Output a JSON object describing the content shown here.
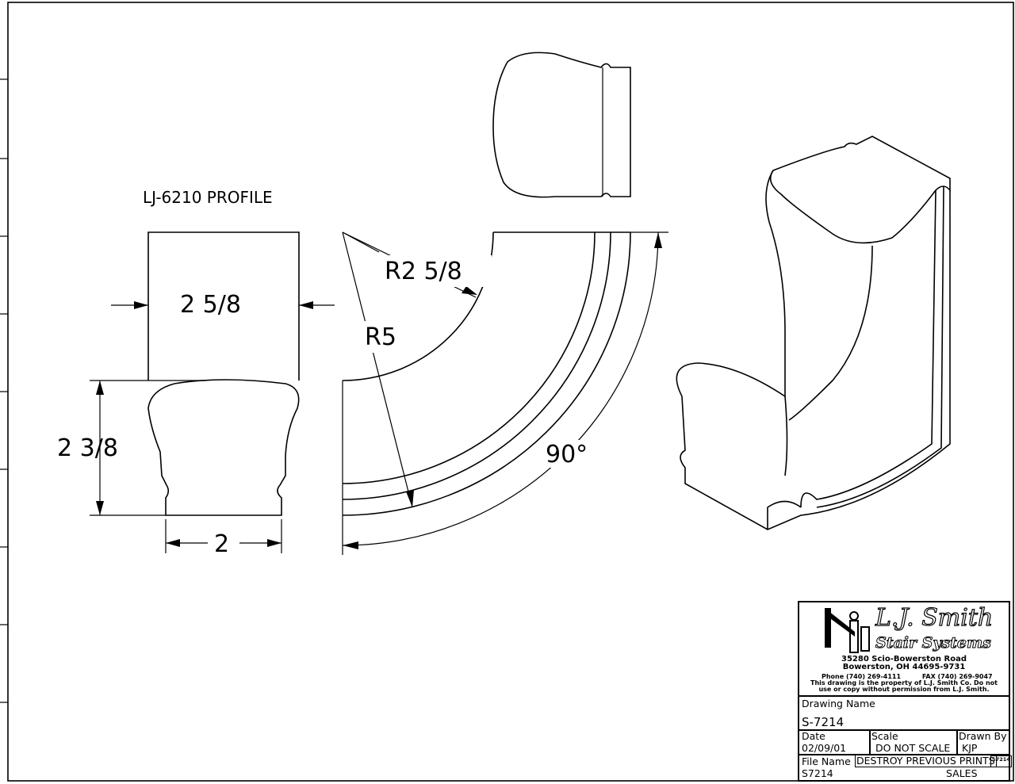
{
  "drawing": {
    "profile_title": "LJ-6210 PROFILE",
    "dim_width_top": "2 5/8",
    "dim_height": "2 3/8",
    "dim_width_bottom": "2",
    "dim_inner_radius": "R2 5/8",
    "dim_outer_radius": "R5",
    "dim_angle": "90°"
  },
  "title_block": {
    "logo_line1": "L.J. Smith",
    "logo_line2": "Stair Systems",
    "address1": "35280 Scio-Bowerston Road",
    "address2": "Bowerston, OH 44695-9731",
    "phone": "Phone (740) 269-4111",
    "fax": "FAX (740) 269-9047",
    "notice1": "This drawing is the property of L.J. Smith Co. Do not",
    "notice2": "use or copy without permission from L.J. Smith.",
    "drawing_name_label": "Drawing Name",
    "drawing_name": "S-7214",
    "date_label": "Date",
    "date": "02/09/01",
    "scale_label": "Scale",
    "scale": "DO NOT SCALE",
    "drawn_by_label": "Drawn By",
    "drawn_by": "KJP",
    "file_name_label": "File Name",
    "file_name": "S7214",
    "destroy_notice": "DESTROY PREVIOUS PRINTS",
    "department": "SALES",
    "stamp": "S7214"
  }
}
